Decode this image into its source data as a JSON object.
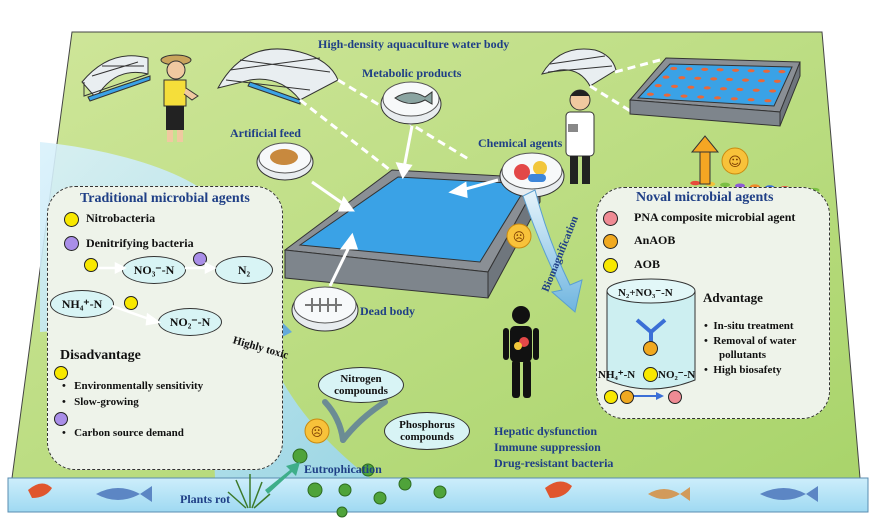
{
  "title": "High-density aquaculture water body",
  "labels": {
    "metabolic": "Metabolic products",
    "artificial_feed": "Artificial feed",
    "chemical_agents": "Chemical agents",
    "dead_body": "Dead body",
    "biomagnification": "Biomagnification",
    "highly_toxic": "Highly toxic",
    "eutrophication": "Eutrophication",
    "plants_rot": "Plants rot",
    "nitrogen": "Nitrogen compounds",
    "phosphorus": "Phosphorus compounds"
  },
  "health_effects": [
    "Hepatic dysfunction",
    "Immune suppression",
    "Drug-resistant bacteria"
  ],
  "traditional": {
    "title": "Traditional microbial agents",
    "legend": [
      "Nitrobacteria",
      "Denitrifying bacteria"
    ],
    "nodes": {
      "no3": "NO₃⁻-N",
      "n2": "N₂",
      "nh4": "NH₄⁺-N",
      "no2": "NO₂⁻-N"
    },
    "disadvantage_title": "Disadvantage",
    "disadvantages": [
      "Environmentally sensitivity",
      "Slow-growing",
      "Carbon source demand"
    ]
  },
  "noval": {
    "title": "Noval microbial agents",
    "legend": [
      "PNA composite microbial agent",
      "AnAOB",
      "AOB"
    ],
    "cyl_top": "N₂+NO₃⁻-N",
    "cyl_left": "NH₄⁺-N",
    "cyl_right": "NO₂⁻-N",
    "advantage_title": "Advantage",
    "advantages": [
      "In-situ treatment",
      "Removal of water",
      "pollutants",
      "High biosafety"
    ]
  },
  "colors": {
    "label_blue": "#1f3f86",
    "ground": "#b9dc7d",
    "water_strip": "#b7e6f7",
    "pond": "#3aa2e6",
    "nitrobacteria": "#f8e800",
    "denitrifying": "#a98ee8",
    "anaob": "#f0a920",
    "pna": "#ef8b94"
  }
}
